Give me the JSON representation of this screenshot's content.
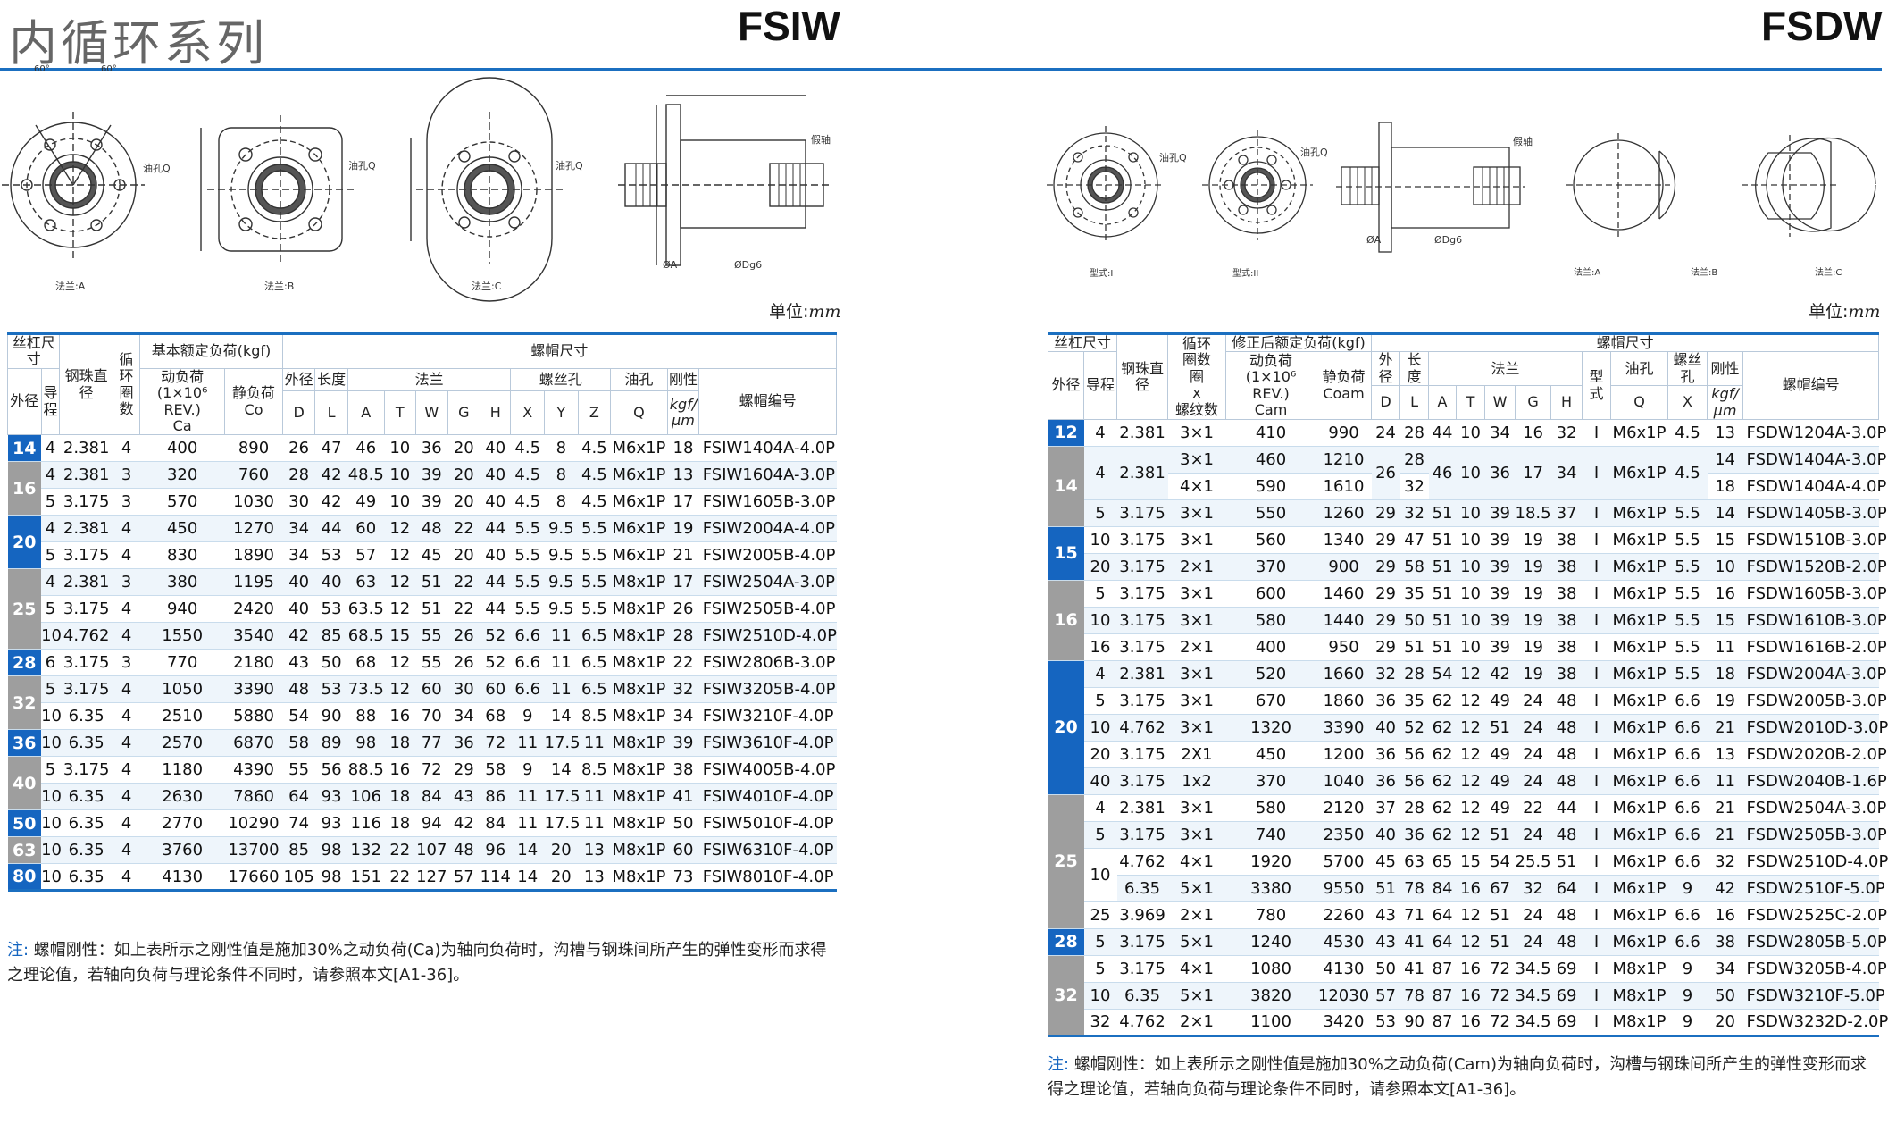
{
  "header": {
    "series_title": "内循环系列",
    "left_model": "FSIW",
    "right_model": "FSDW"
  },
  "units": {
    "label": "单位:",
    "value": "mm"
  },
  "diagrams": {
    "left": {
      "angle1": "60°",
      "angle2": "60°",
      "oil_hole": "油孔Q",
      "dummy_shaft": "假轴",
      "flange_a": "法兰:A",
      "flange_b": "法兰:B",
      "flange_c": "法兰:C",
      "dim_a": "ØA",
      "dim_dg6": "ØDg6"
    },
    "right": {
      "oil_hole": "油孔Q",
      "dummy_shaft": "假轴",
      "type1": "型式:I",
      "type2": "型式:II",
      "flange_a": "法兰:A",
      "flange_b": "法兰:B",
      "flange_c": "法兰:C",
      "dim_a": "ØA",
      "dim_dg6": "ØDg6"
    }
  },
  "left_table": {
    "headers": {
      "screw_size": "丝杠尺寸",
      "ball_dia": "钢珠直径",
      "circuits": "循环圈数",
      "load_rating": "基本额定负荷(kgf)",
      "nut_dims": "螺帽尺寸",
      "od": "外径",
      "lead": "导程",
      "dynamic": "动负荷\n(1×10⁶ REV.)\nCa",
      "static": "静负荷\nCo",
      "nut_od": "外径",
      "length": "长度",
      "flange": "法兰",
      "screw_hole": "螺丝孔",
      "oil_hole": "油孔",
      "rigidity": "刚性",
      "nut_code": "螺帽编号",
      "d": "D",
      "l": "L",
      "a": "A",
      "t": "T",
      "w": "W",
      "g": "G",
      "h": "H",
      "x": "X",
      "y": "Y",
      "z": "Z",
      "q": "Q",
      "rig_unit": "kgf/\nμm"
    },
    "groups": [
      {
        "od": "14",
        "color": "blue",
        "rows": [
          [
            "4",
            "2.381",
            "4",
            "400",
            "890",
            "26",
            "47",
            "46",
            "10",
            "36",
            "20",
            "40",
            "4.5",
            "8",
            "4.5",
            "M6x1P",
            "18",
            "FSIW1404A-4.0P"
          ]
        ]
      },
      {
        "od": "16",
        "color": "gray",
        "rows": [
          [
            "4",
            "2.381",
            "3",
            "320",
            "760",
            "28",
            "42",
            "48.5",
            "10",
            "39",
            "20",
            "40",
            "4.5",
            "8",
            "4.5",
            "M6x1P",
            "13",
            "FSIW1604A-3.0P"
          ],
          [
            "5",
            "3.175",
            "3",
            "570",
            "1030",
            "30",
            "42",
            "49",
            "10",
            "39",
            "20",
            "40",
            "4.5",
            "8",
            "4.5",
            "M6x1P",
            "17",
            "FSIW1605B-3.0P"
          ]
        ]
      },
      {
        "od": "20",
        "color": "blue",
        "rows": [
          [
            "4",
            "2.381",
            "4",
            "450",
            "1270",
            "34",
            "44",
            "60",
            "12",
            "48",
            "22",
            "44",
            "5.5",
            "9.5",
            "5.5",
            "M6x1P",
            "19",
            "FSIW2004A-4.0P"
          ],
          [
            "5",
            "3.175",
            "4",
            "830",
            "1890",
            "34",
            "53",
            "57",
            "12",
            "45",
            "20",
            "40",
            "5.5",
            "9.5",
            "5.5",
            "M6x1P",
            "21",
            "FSIW2005B-4.0P"
          ]
        ]
      },
      {
        "od": "25",
        "color": "gray",
        "rows": [
          [
            "4",
            "2.381",
            "3",
            "380",
            "1195",
            "40",
            "40",
            "63",
            "12",
            "51",
            "22",
            "44",
            "5.5",
            "9.5",
            "5.5",
            "M8x1P",
            "17",
            "FSIW2504A-3.0P"
          ],
          [
            "5",
            "3.175",
            "4",
            "940",
            "2420",
            "40",
            "53",
            "63.5",
            "12",
            "51",
            "22",
            "44",
            "5.5",
            "9.5",
            "5.5",
            "M8x1P",
            "26",
            "FSIW2505B-4.0P"
          ],
          [
            "10",
            "4.762",
            "4",
            "1550",
            "3540",
            "42",
            "85",
            "68.5",
            "15",
            "55",
            "26",
            "52",
            "6.6",
            "11",
            "6.5",
            "M8x1P",
            "28",
            "FSIW2510D-4.0P"
          ]
        ]
      },
      {
        "od": "28",
        "color": "blue",
        "rows": [
          [
            "6",
            "3.175",
            "3",
            "770",
            "2180",
            "43",
            "50",
            "68",
            "12",
            "55",
            "26",
            "52",
            "6.6",
            "11",
            "6.5",
            "M8x1P",
            "22",
            "FSIW2806B-3.0P"
          ]
        ]
      },
      {
        "od": "32",
        "color": "gray",
        "rows": [
          [
            "5",
            "3.175",
            "4",
            "1050",
            "3390",
            "48",
            "53",
            "73.5",
            "12",
            "60",
            "30",
            "60",
            "6.6",
            "11",
            "6.5",
            "M8x1P",
            "32",
            "FSIW3205B-4.0P"
          ],
          [
            "10",
            "6.35",
            "4",
            "2510",
            "5880",
            "54",
            "90",
            "88",
            "16",
            "70",
            "34",
            "68",
            "9",
            "14",
            "8.5",
            "M8x1P",
            "34",
            "FSIW3210F-4.0P"
          ]
        ]
      },
      {
        "od": "36",
        "color": "blue",
        "rows": [
          [
            "10",
            "6.35",
            "4",
            "2570",
            "6870",
            "58",
            "89",
            "98",
            "18",
            "77",
            "36",
            "72",
            "11",
            "17.5",
            "11",
            "M8x1P",
            "39",
            "FSIW3610F-4.0P"
          ]
        ]
      },
      {
        "od": "40",
        "color": "gray",
        "rows": [
          [
            "5",
            "3.175",
            "4",
            "1180",
            "4390",
            "55",
            "56",
            "88.5",
            "16",
            "72",
            "29",
            "58",
            "9",
            "14",
            "8.5",
            "M8x1P",
            "38",
            "FSIW4005B-4.0P"
          ],
          [
            "10",
            "6.35",
            "4",
            "2630",
            "7860",
            "64",
            "93",
            "106",
            "18",
            "84",
            "43",
            "86",
            "11",
            "17.5",
            "11",
            "M8x1P",
            "41",
            "FSIW4010F-4.0P"
          ]
        ]
      },
      {
        "od": "50",
        "color": "blue",
        "rows": [
          [
            "10",
            "6.35",
            "4",
            "2770",
            "10290",
            "74",
            "93",
            "116",
            "18",
            "94",
            "42",
            "84",
            "11",
            "17.5",
            "11",
            "M8x1P",
            "50",
            "FSIW5010F-4.0P"
          ]
        ]
      },
      {
        "od": "63",
        "color": "gray",
        "rows": [
          [
            "10",
            "6.35",
            "4",
            "3760",
            "13700",
            "85",
            "98",
            "132",
            "22",
            "107",
            "48",
            "96",
            "14",
            "20",
            "13",
            "M8x1P",
            "60",
            "FSIW6310F-4.0P"
          ]
        ]
      },
      {
        "od": "80",
        "color": "blue",
        "rows": [
          [
            "10",
            "6.35",
            "4",
            "4130",
            "17660",
            "105",
            "98",
            "151",
            "22",
            "127",
            "57",
            "114",
            "14",
            "20",
            "13",
            "M8x1P",
            "73",
            "FSIW8010F-4.0P"
          ]
        ]
      }
    ]
  },
  "right_table": {
    "headers": {
      "screw_size": "丝杠尺寸",
      "ball_dia": "钢珠直径",
      "circuits": "循环\n圈数\n圈\nx\n螺纹数",
      "load_rating": "修正后额定负荷(kgf)",
      "nut_dims": "螺帽尺寸",
      "od": "外径",
      "lead": "导程",
      "dynamic": "动负荷\n(1×10⁶ REV.)\nCam",
      "static": "静负荷\nCoam",
      "nut_od": "外径",
      "length": "长度",
      "flange": "法兰",
      "type": "型\n式",
      "oil_hole": "油孔",
      "screw_hole": "螺丝孔",
      "rigidity": "刚性",
      "nut_code": "螺帽编号",
      "d": "D",
      "l": "L",
      "a": "A",
      "t": "T",
      "w": "W",
      "g": "G",
      "h": "H",
      "q": "Q",
      "x": "X",
      "rig_unit": "kgf/\nμm"
    },
    "groups": [
      {
        "od": "12",
        "color": "blue",
        "rows": [
          [
            "4",
            "2.381",
            "3×1",
            "410",
            "990",
            "24",
            "28",
            "44",
            "10",
            "34",
            "16",
            "32",
            "I",
            "M6x1P",
            "4.5",
            "13",
            "FSDW1204A-3.0P"
          ]
        ]
      },
      {
        "od": "14",
        "color": "gray",
        "rows": [
          [
            "4",
            "2.381",
            "3×1",
            "460",
            "1210",
            "26",
            "28",
            "46",
            "10",
            "36",
            "17",
            "34",
            "I",
            "M6x1P",
            "4.5",
            "14",
            "FSDW1404A-3.0P"
          ],
          [
            "",
            "",
            "4×1",
            "590",
            "1610",
            "",
            "32",
            "",
            "",
            "",
            "",
            "",
            "",
            "",
            "",
            "18",
            "FSDW1404A-4.0P"
          ],
          [
            "5",
            "3.175",
            "3×1",
            "550",
            "1260",
            "29",
            "32",
            "51",
            "10",
            "39",
            "18.5",
            "37",
            "I",
            "M6x1P",
            "5.5",
            "14",
            "FSDW1405B-3.0P"
          ]
        ],
        "merge": {
          "rows": 2,
          "cols": [
            0,
            1,
            5,
            7,
            8,
            9,
            10,
            11,
            12,
            13,
            14
          ]
        }
      },
      {
        "od": "15",
        "color": "blue",
        "rows": [
          [
            "10",
            "3.175",
            "3×1",
            "560",
            "1340",
            "29",
            "47",
            "51",
            "10",
            "39",
            "19",
            "38",
            "I",
            "M6x1P",
            "5.5",
            "15",
            "FSDW1510B-3.0P"
          ],
          [
            "20",
            "3.175",
            "2×1",
            "370",
            "900",
            "29",
            "58",
            "51",
            "10",
            "39",
            "19",
            "38",
            "I",
            "M6x1P",
            "5.5",
            "10",
            "FSDW1520B-2.0P"
          ]
        ]
      },
      {
        "od": "16",
        "color": "gray",
        "rows": [
          [
            "5",
            "3.175",
            "3×1",
            "600",
            "1460",
            "29",
            "35",
            "51",
            "10",
            "39",
            "19",
            "38",
            "I",
            "M6x1P",
            "5.5",
            "16",
            "FSDW1605B-3.0P"
          ],
          [
            "10",
            "3.175",
            "3×1",
            "580",
            "1440",
            "29",
            "50",
            "51",
            "10",
            "39",
            "19",
            "38",
            "I",
            "M6x1P",
            "5.5",
            "15",
            "FSDW1610B-3.0P"
          ],
          [
            "16",
            "3.175",
            "2×1",
            "400",
            "950",
            "29",
            "51",
            "51",
            "10",
            "39",
            "19",
            "38",
            "I",
            "M6x1P",
            "5.5",
            "11",
            "FSDW1616B-2.0P"
          ]
        ]
      },
      {
        "od": "20",
        "color": "blue",
        "rows": [
          [
            "4",
            "2.381",
            "3×1",
            "520",
            "1660",
            "32",
            "28",
            "54",
            "12",
            "42",
            "19",
            "38",
            "I",
            "M6x1P",
            "5.5",
            "18",
            "FSDW2004A-3.0P"
          ],
          [
            "5",
            "3.175",
            "3×1",
            "670",
            "1860",
            "36",
            "35",
            "62",
            "12",
            "49",
            "24",
            "48",
            "I",
            "M6x1P",
            "6.6",
            "19",
            "FSDW2005B-3.0P"
          ],
          [
            "10",
            "4.762",
            "3×1",
            "1320",
            "3390",
            "40",
            "52",
            "62",
            "12",
            "51",
            "24",
            "48",
            "I",
            "M6x1P",
            "6.6",
            "21",
            "FSDW2010D-3.0P"
          ],
          [
            "20",
            "3.175",
            "2X1",
            "450",
            "1200",
            "36",
            "56",
            "62",
            "12",
            "49",
            "24",
            "48",
            "I",
            "M6x1P",
            "6.6",
            "13",
            "FSDW2020B-2.0P"
          ],
          [
            "40",
            "3.175",
            "1x2",
            "370",
            "1040",
            "36",
            "56",
            "62",
            "12",
            "49",
            "24",
            "48",
            "I",
            "M6x1P",
            "6.6",
            "11",
            "FSDW2040B-1.6P"
          ]
        ]
      },
      {
        "od": "25",
        "color": "gray",
        "rows": [
          [
            "4",
            "2.381",
            "3×1",
            "580",
            "2120",
            "37",
            "28",
            "62",
            "12",
            "49",
            "22",
            "44",
            "I",
            "M6x1P",
            "6.6",
            "21",
            "FSDW2504A-3.0P"
          ],
          [
            "5",
            "3.175",
            "3×1",
            "740",
            "2350",
            "40",
            "36",
            "62",
            "12",
            "51",
            "24",
            "48",
            "I",
            "M6x1P",
            "6.6",
            "21",
            "FSDW2505B-3.0P"
          ],
          [
            "10",
            "4.762",
            "4×1",
            "1920",
            "5700",
            "45",
            "63",
            "65",
            "15",
            "54",
            "25.5",
            "51",
            "I",
            "M6x1P",
            "6.6",
            "32",
            "FSDW2510D-4.0P"
          ],
          [
            "",
            "6.35",
            "5×1",
            "3380",
            "9550",
            "51",
            "78",
            "84",
            "16",
            "67",
            "32",
            "64",
            "I",
            "M6x1P",
            "9",
            "42",
            "FSDW2510F-5.0P"
          ],
          [
            "25",
            "3.969",
            "2×1",
            "780",
            "2260",
            "43",
            "71",
            "64",
            "12",
            "51",
            "24",
            "48",
            "I",
            "M6x1P",
            "6.6",
            "16",
            "FSDW2525C-2.0P"
          ]
        ],
        "lead_merge": {
          "row": 2,
          "span": 2
        }
      },
      {
        "od": "28",
        "color": "blue",
        "rows": [
          [
            "5",
            "3.175",
            "5×1",
            "1240",
            "4530",
            "43",
            "41",
            "64",
            "12",
            "51",
            "24",
            "48",
            "I",
            "M6x1P",
            "6.6",
            "38",
            "FSDW2805B-5.0P"
          ]
        ]
      },
      {
        "od": "32",
        "color": "gray",
        "rows": [
          [
            "5",
            "3.175",
            "4×1",
            "1080",
            "4130",
            "50",
            "41",
            "87",
            "16",
            "72",
            "34.5",
            "69",
            "I",
            "M8x1P",
            "9",
            "34",
            "FSDW3205B-4.0P"
          ],
          [
            "10",
            "6.35",
            "5×1",
            "3820",
            "12030",
            "57",
            "78",
            "87",
            "16",
            "72",
            "34.5",
            "69",
            "I",
            "M8x1P",
            "9",
            "50",
            "FSDW3210F-5.0P"
          ],
          [
            "32",
            "4.762",
            "2×1",
            "1100",
            "3420",
            "53",
            "90",
            "87",
            "16",
            "72",
            "34.5",
            "69",
            "I",
            "M8x1P",
            "9",
            "20",
            "FSDW3232D-2.0P"
          ]
        ]
      }
    ]
  },
  "notes": {
    "left_label": "注: ",
    "left_text": "螺帽刚性：如上表所示之刚性值是施加30%之动负荷(Ca)为轴向负荷时，沟槽与钢珠间所产生的弹性变形而求得之理论值，若轴向负荷与理论条件不同时，请参照本文[A1-36]。",
    "right_label": "注: ",
    "right_text": "螺帽刚性：如上表所示之刚性值是施加30%之动负荷(Cam)为轴向负荷时，沟槽与钢珠间所产生的弹性变形而求得之理论值，若轴向负荷与理论条件不同时，请参照本文[A1-36]。"
  }
}
